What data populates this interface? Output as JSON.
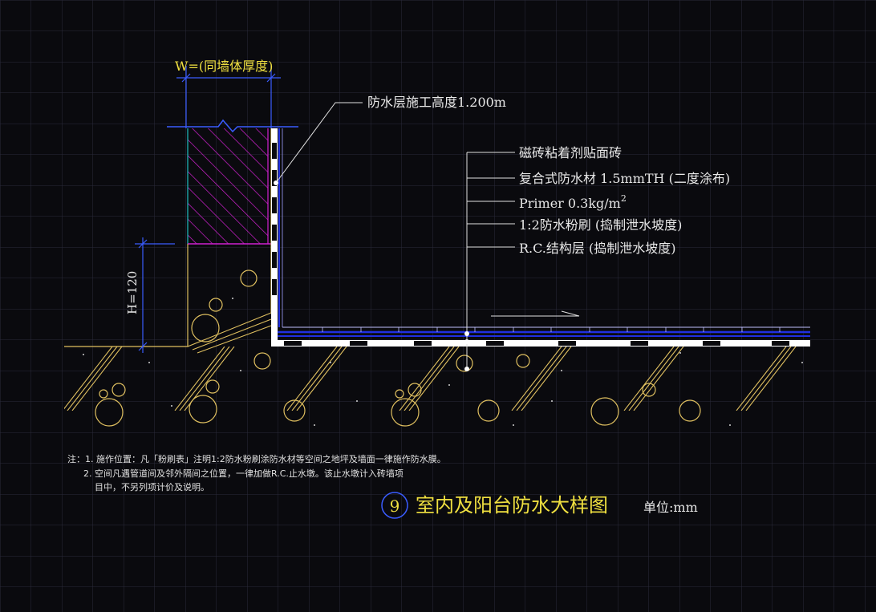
{
  "dimensions": {
    "width_label": "W=(同墙体厚度)",
    "height_label": "H=120"
  },
  "callouts": {
    "wall_height": "防水层施工高度1.200m",
    "layers": [
      {
        "text": "磁砖粘着剂贴面砖",
        "sup": ""
      },
      {
        "text": "复合式防水材 1.5mmTH (二度涂布)",
        "sup": ""
      },
      {
        "text": "Primer 0.3kg/m",
        "sup": "2"
      },
      {
        "text": "1:2防水粉刷 (捣制泄水坡度)",
        "sup": ""
      },
      {
        "text": "R.C.结构层 (捣制泄水坡度)",
        "sup": ""
      }
    ]
  },
  "notes": {
    "line1": "注：1. 施作位置：凡「粉刷表」注明1:2防水粉刷涂防水材等空间之地坪及墙面一律施作防水膜。",
    "line2": "2. 空间凡遇管道间及邻外隔间之位置，一律加做R.C.止水墩。该止水墩计入砖墙项",
    "line3": "目中，不另列项计价及说明。"
  },
  "title": {
    "number": "9",
    "text": "室内及阳台防水大样图",
    "unit": "单位:mm"
  },
  "colors": {
    "background": "#0a0a0e",
    "grid": "#2a2a3a",
    "dimension": "#3a5cff",
    "text_white": "#e8e8e8",
    "text_yellow": "#f0e040",
    "hatch_magenta": "#d020d0",
    "hatch_cyan": "#20c0c0",
    "soil_yellow": "#e0c060",
    "waterproof_blue": "#2030e0"
  }
}
